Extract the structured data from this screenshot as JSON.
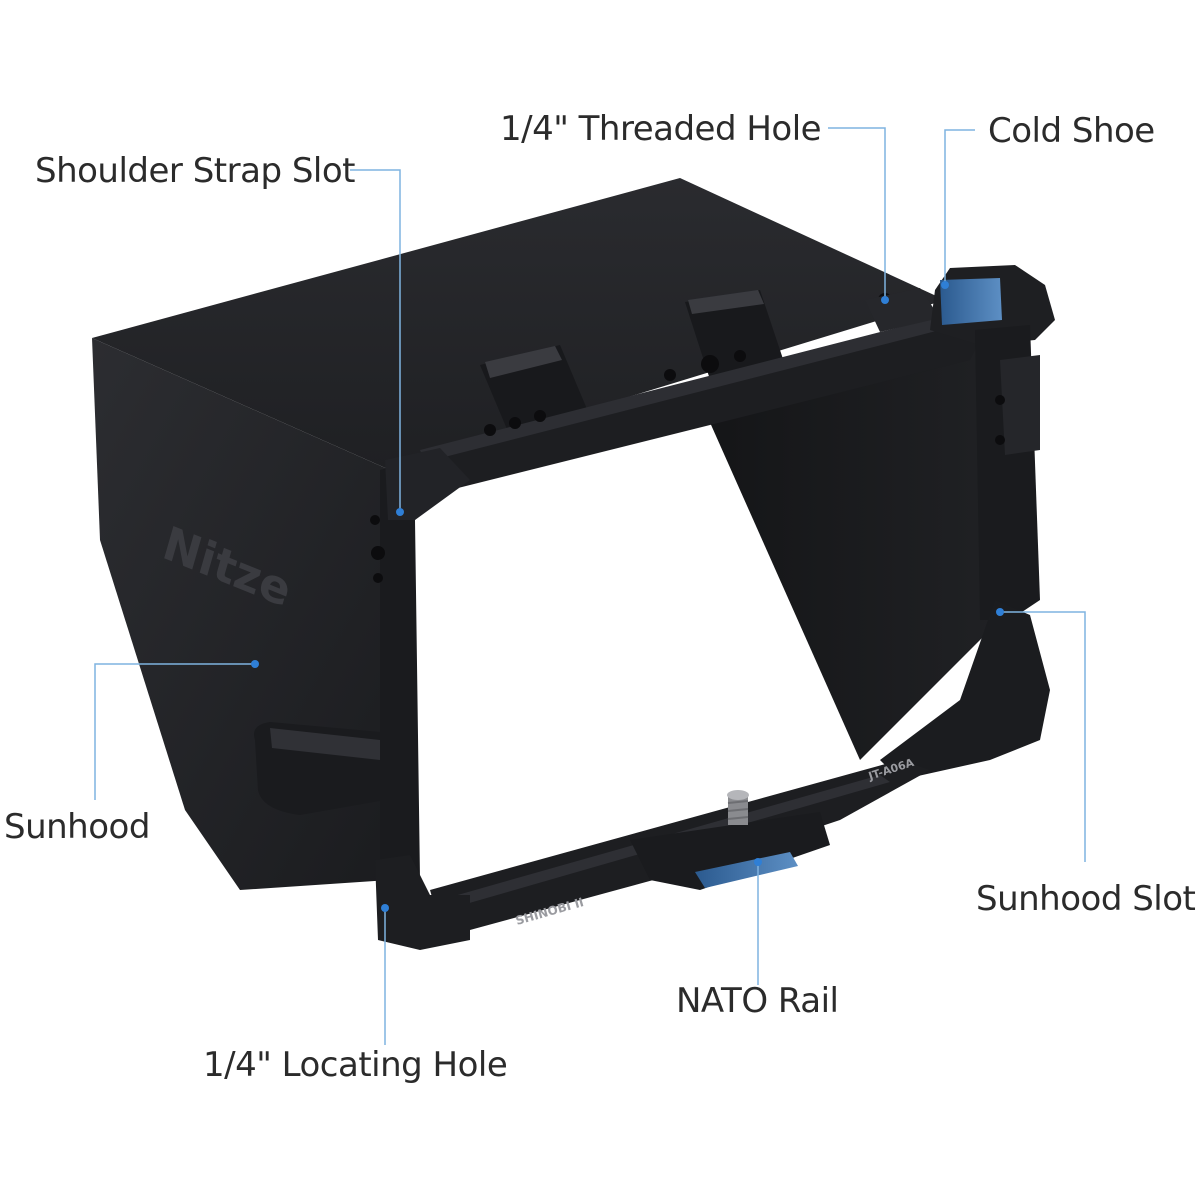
{
  "labels": {
    "threaded_hole": "1/4\" Threaded Hole",
    "cold_shoe": "Cold Shoe",
    "shoulder_strap_slot": "Shoulder Strap Slot",
    "sunhood": "Sunhood",
    "sunhood_slot": "Sunhood Slot",
    "nato_rail": "NATO Rail",
    "locating_hole": "1/4\" Locating Hole"
  },
  "product": {
    "brand": "Nitze",
    "model_left": "SHINOBI II",
    "model_right": "JT-A06A"
  },
  "colors": {
    "leader_line": "#7fb3e0",
    "marker_dot": "#2f7fd6",
    "text": "#2b2b2b",
    "hood": "#232427",
    "cage": "#1c1d20",
    "accent_blue": "#3c6ea5"
  }
}
